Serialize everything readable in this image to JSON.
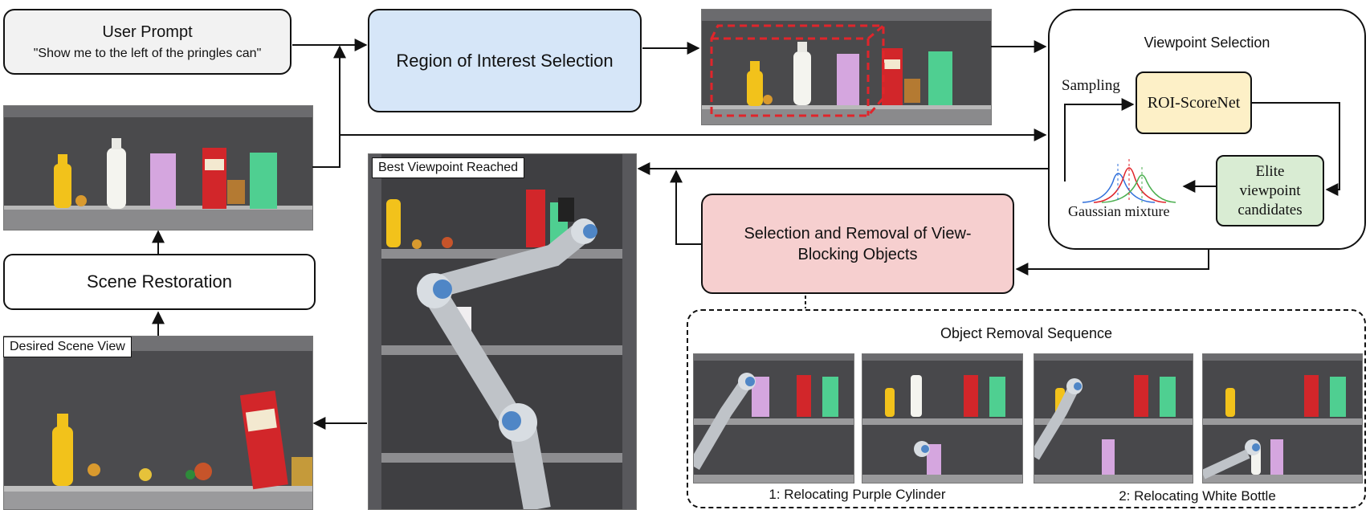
{
  "user_prompt": {
    "title": "User Prompt",
    "text": "\"Show me to the left of the pringles can\""
  },
  "boxes": {
    "region_of_interest": "Region of Interest Selection",
    "scene_restoration": "Scene Restoration",
    "removal": "Selection and Removal of View-Blocking Objects"
  },
  "viewpoint_selection": {
    "title": "Viewpoint Selection",
    "sampling": "Sampling",
    "scorenet": "ROI-ScoreNet",
    "elite": "Elite viewpoint candidates",
    "gaussian": "Gaussian mixture"
  },
  "labels": {
    "desired_scene_view": "Desired Scene View",
    "best_viewpoint": "Best Viewpoint Reached"
  },
  "removal_sequence": {
    "title": "Object Removal Sequence",
    "step1": "1: Relocating Purple Cylinder",
    "step2": "2: Relocating White Bottle"
  },
  "colors": {
    "roi_box": "#d6e6f8",
    "restoration_box": "#fce3cd",
    "removal_box": "#f6cfcf",
    "scorenet_box": "#fdf0c7",
    "elite_box": "#d9ecd3",
    "roi_dash": "#e0252b"
  }
}
